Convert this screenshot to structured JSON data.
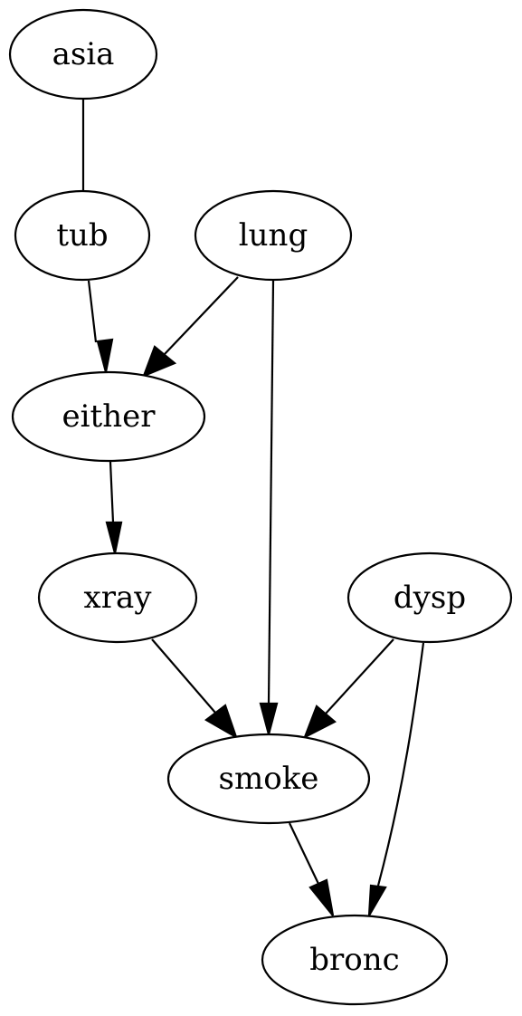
{
  "nodes": [
    {
      "id": "asia",
      "label": "asia"
    },
    {
      "id": "tub",
      "label": "tub"
    },
    {
      "id": "lung",
      "label": "lung"
    },
    {
      "id": "either",
      "label": "either"
    },
    {
      "id": "xray",
      "label": "xray"
    },
    {
      "id": "dysp",
      "label": "dysp"
    },
    {
      "id": "smoke",
      "label": "smoke"
    },
    {
      "id": "bronc",
      "label": "bronc"
    }
  ],
  "edges": [
    {
      "from": "asia",
      "to": "tub",
      "directed": false
    },
    {
      "from": "tub",
      "to": "either",
      "directed": true
    },
    {
      "from": "lung",
      "to": "either",
      "directed": true
    },
    {
      "from": "lung",
      "to": "smoke",
      "directed": true
    },
    {
      "from": "either",
      "to": "xray",
      "directed": true
    },
    {
      "from": "xray",
      "to": "smoke",
      "directed": true
    },
    {
      "from": "dysp",
      "to": "smoke",
      "directed": true
    },
    {
      "from": "dysp",
      "to": "bronc",
      "directed": true
    },
    {
      "from": "smoke",
      "to": "bronc",
      "directed": true
    }
  ]
}
